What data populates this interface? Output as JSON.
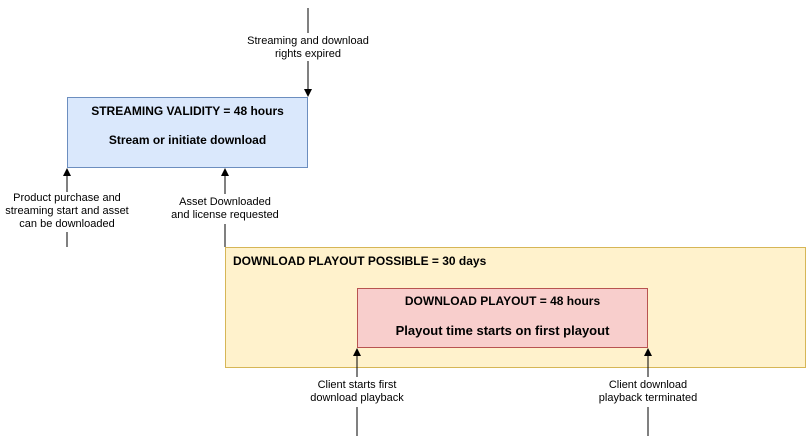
{
  "colors": {
    "streaming_fill": "#dae8fc",
    "streaming_stroke": "#6c8ebf",
    "window_fill": "#fff2cc",
    "window_stroke": "#d6b656",
    "playout_fill": "#f8cecc",
    "playout_stroke": "#b85450",
    "connector": "#000000"
  },
  "streaming_box": {
    "title": "STREAMING VALIDITY = 48 hours",
    "subtitle": "Stream or initiate download"
  },
  "download_window_box": {
    "title": "DOWNLOAD PLAYOUT POSSIBLE = 30 days"
  },
  "playout_box": {
    "title": "DOWNLOAD PLAYOUT = 48 hours",
    "subtitle": "Playout time starts on first playout"
  },
  "events": {
    "rights_expired": {
      "line1": "Streaming and download",
      "line2": "rights expired"
    },
    "purchase": {
      "line1": "Product purchase and",
      "line2": "streaming start and asset",
      "line3": "can be downloaded"
    },
    "asset_downloaded": {
      "line1": "Asset Downloaded",
      "line2": "and license requested"
    },
    "first_playback": {
      "line1": "Client starts first",
      "line2": "download playback"
    },
    "playback_terminated": {
      "line1": "Client download",
      "line2": "playback terminated"
    }
  }
}
